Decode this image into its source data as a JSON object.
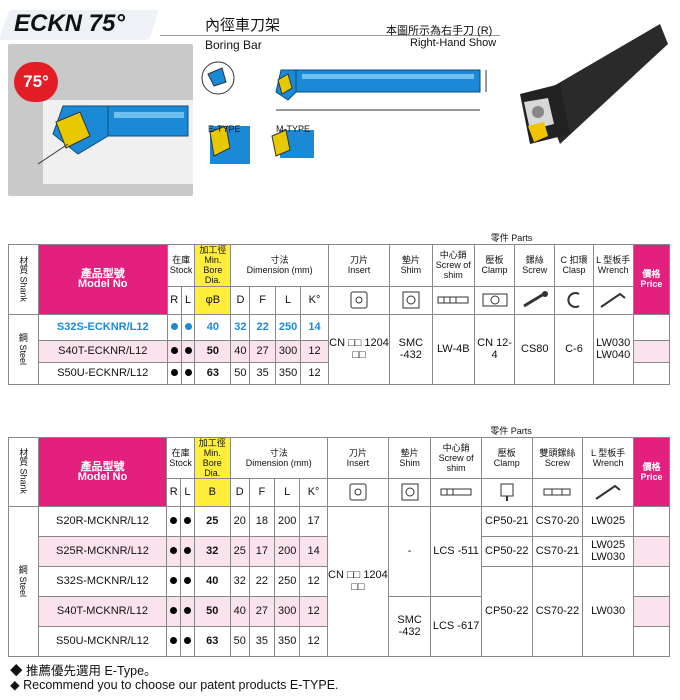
{
  "header": {
    "title": "ECKN 75°",
    "name_zh": "內徑車刀架",
    "name_en": "Boring Bar",
    "note_zh": "本圖所示為右手刀 (R)",
    "note_en": "Right-Hand Show",
    "angle_badge": "75°",
    "e_type": "E-TYPE",
    "m_type": "M-TYPE"
  },
  "table1": {
    "parts": "零件 Parts",
    "h": {
      "shank": "材質 Shank",
      "model_zh": "產品型號",
      "model_en": "Model No",
      "stock": "在庫 Stock",
      "bore_zh": "加工徑",
      "bore_en": "Min. Bore Dia.",
      "dim_zh": "寸法",
      "dim_en": "Dimension (mm)",
      "insert_zh": "刀片",
      "insert_en": "Insert",
      "shim_zh": "墊片",
      "shim_en": "Shim",
      "pin_zh": "中心銷",
      "pin_en": "Screw of shim",
      "clamp_zh": "壓板",
      "clamp_en": "Clamp",
      "screw_zh": "鏍絲",
      "screw_en": "Screw",
      "cclasp_zh": "C 扣環",
      "cclasp_en": "Clasp",
      "wrench_zh": "L 型板手",
      "wrench_en": "Wrench",
      "price_zh": "價格",
      "price_en": "Price",
      "R": "R",
      "L": "L",
      "B": "φB",
      "D": "D",
      "F": "F",
      "Ld": "L",
      "K": "K°"
    },
    "shank": "鋼 Steel",
    "rows": [
      {
        "model": "S32S-ECKNR/L12",
        "B": "40",
        "D": "32",
        "F": "22",
        "L": "250",
        "K": "14"
      },
      {
        "model": "S40T-ECKNR/L12",
        "B": "50",
        "D": "40",
        "F": "27",
        "L": "300",
        "K": "12"
      },
      {
        "model": "S50U-ECKNR/L12",
        "B": "63",
        "D": "50",
        "F": "35",
        "L": "350",
        "K": "12"
      }
    ],
    "insert": "CN □□ 1204 □□",
    "shim": "SMC -432",
    "pin": "LW-4B",
    "clamp": "CN 12-4",
    "screw": "CS80",
    "clasp": "C-6",
    "wrench": "LW030 LW040"
  },
  "table2": {
    "parts": "零件 Parts",
    "h": {
      "shank": "材質 Shank",
      "model_zh": "產品型號",
      "model_en": "Model No",
      "stock": "在庫 Stock",
      "bore_zh": "加工徑",
      "bore_en": "Min. Bore Dia.",
      "dim_zh": "寸法",
      "dim_en": "Dimension (mm)",
      "insert_zh": "刀片",
      "insert_en": "Insert",
      "shim_zh": "墊片",
      "shim_en": "Shim",
      "pin_zh": "中心銷",
      "pin_en": "Screw of shim",
      "clamp_zh": "壓板",
      "clamp_en": "Clamp",
      "screw_zh": "雙頭鏍絲",
      "screw_en": "Screw",
      "wrench_zh": "L 型板手",
      "wrench_en": "Wrench",
      "price_zh": "價格",
      "price_en": "Price",
      "R": "R",
      "L": "L",
      "B": "B",
      "D": "D",
      "F": "F",
      "Ld": "L",
      "K": "K°"
    },
    "shank": "鋼 Steel",
    "rows": [
      {
        "model": "S20R-MCKNR/L12",
        "B": "25",
        "D": "20",
        "F": "18",
        "L": "200",
        "K": "17"
      },
      {
        "model": "S25R-MCKNR/L12",
        "B": "32",
        "D": "25",
        "F": "17",
        "L": "200",
        "K": "14"
      },
      {
        "model": "S32S-MCKNR/L12",
        "B": "40",
        "D": "32",
        "F": "22",
        "L": "250",
        "K": "12"
      },
      {
        "model": "S40T-MCKNR/L12",
        "B": "50",
        "D": "40",
        "F": "27",
        "L": "300",
        "K": "12"
      },
      {
        "model": "S50U-MCKNR/L12",
        "B": "63",
        "D": "50",
        "F": "35",
        "L": "350",
        "K": "12"
      }
    ],
    "insert": "CN □□ 1204 □□",
    "shim_a": "-",
    "shim_b": "SMC -432",
    "pin_a": "LCS -511",
    "pin_b": "LCS -617",
    "clamp_1": "CP50-21",
    "clamp_2": "CP50-22",
    "clamp_b": "CP50-22",
    "screw_1": "CS70-20",
    "screw_2": "CS70-21",
    "screw_b": "CS70-22",
    "wrench_1": "LW025",
    "wrench_2": "LW025 LW030",
    "wrench_b": "LW030"
  },
  "footer": {
    "zh": "◆ 推薦優先選用 E-Type。",
    "en": "◆ Recommend you to choose our patent products E-TYPE."
  }
}
